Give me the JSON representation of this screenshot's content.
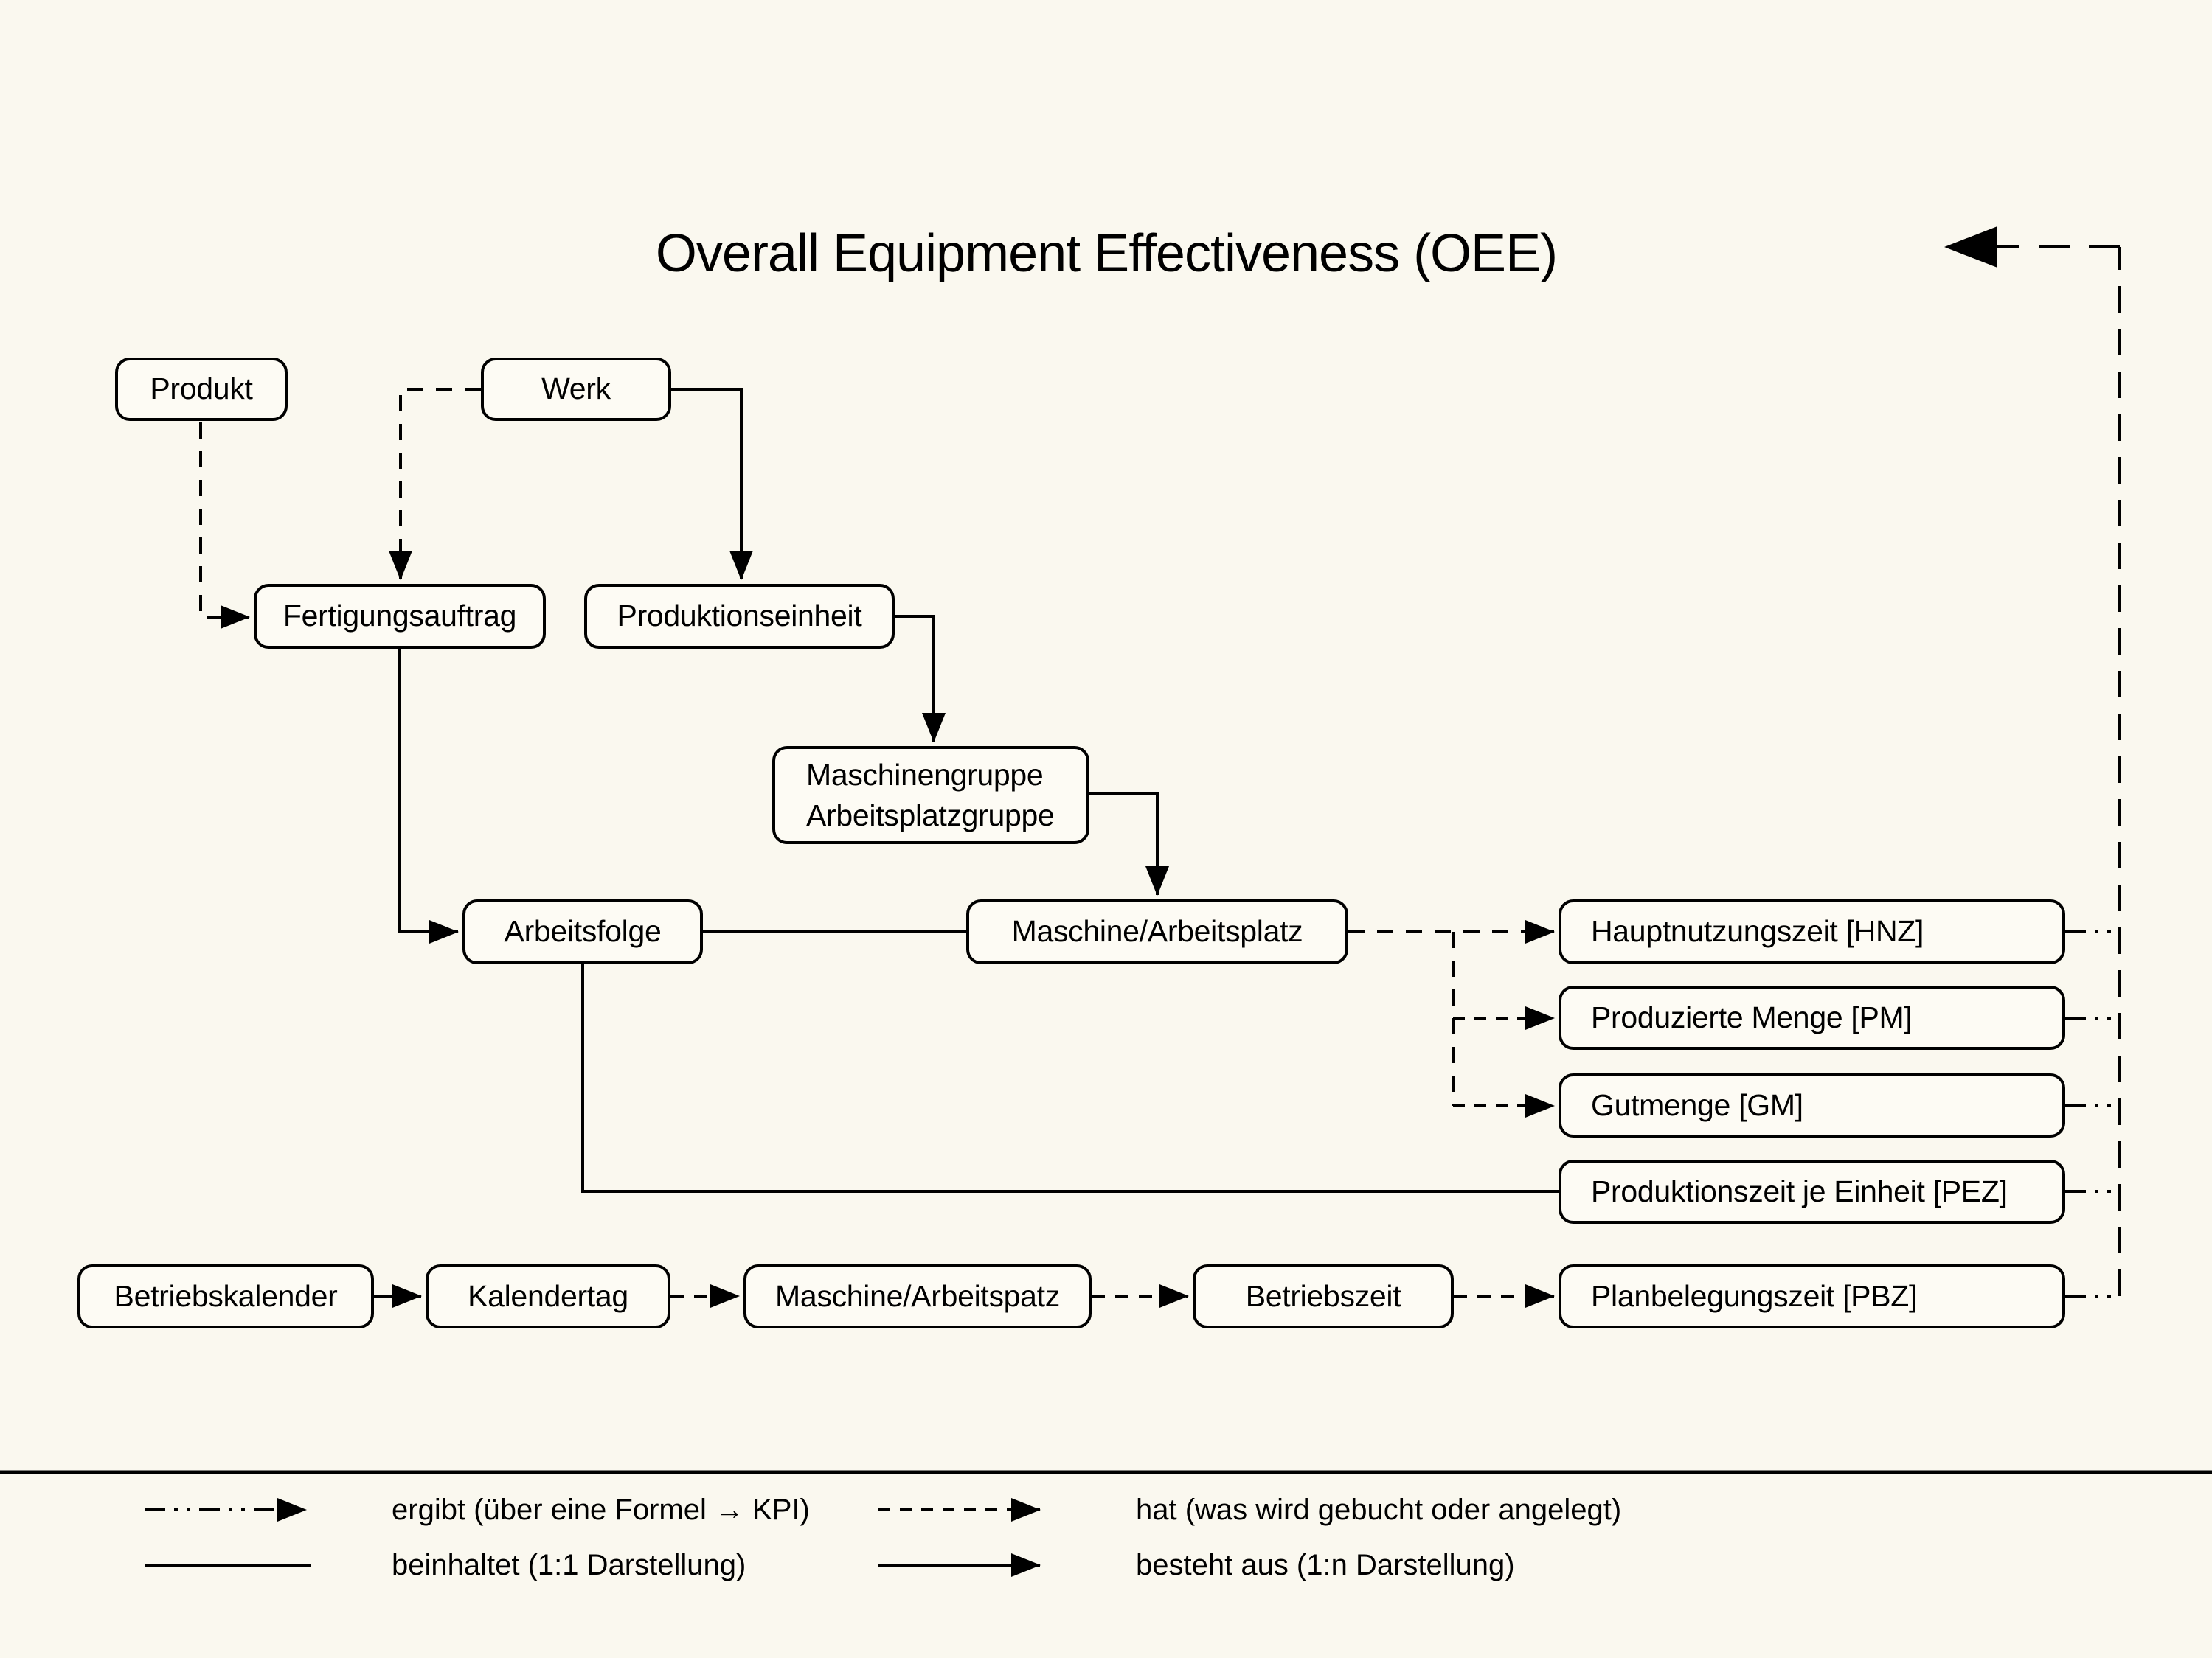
{
  "title": "Overall Equipment Effectiveness (OEE)",
  "nodes": {
    "produkt": {
      "label": "Produkt"
    },
    "werk": {
      "label": "Werk"
    },
    "fertigungsauftrag": {
      "label": "Fertigungsauftrag"
    },
    "produktionseinheit": {
      "label": "Produktionseinheit"
    },
    "maschinengruppe": {
      "label": "Maschinengruppe",
      "label2": "Arbeitsplatzgruppe"
    },
    "arbeitsfolge": {
      "label": "Arbeitsfolge"
    },
    "maschine_arbeitsplatz": {
      "label": "Maschine/Arbeitsplatz"
    },
    "hauptnutzungszeit": {
      "label": "Hauptnutzungszeit [HNZ]"
    },
    "produzierte_menge": {
      "label": "Produzierte Menge [PM]"
    },
    "gutmenge": {
      "label": "Gutmenge [GM]"
    },
    "produktionszeit": {
      "label": "Produktionszeit je Einheit [PEZ]"
    },
    "betriebskalender": {
      "label": "Betriebskalender"
    },
    "kalendertag": {
      "label": "Kalendertag"
    },
    "maschine_arbeitspatz": {
      "label": "Maschine/Arbeitspatz"
    },
    "betriebszeit": {
      "label": "Betriebszeit"
    },
    "planbelegungszeit": {
      "label": "Planbelegungszeit [PBZ]"
    }
  },
  "legend": {
    "ergibt": "ergibt (über eine Formel → KPI)",
    "hat": "hat (was wird gebucht oder angelegt)",
    "beinhaltet": "beinhaltet (1:1 Darstellung)",
    "besteht": "besteht aus (1:n Darstellung)"
  },
  "edges": [
    {
      "from": "produkt",
      "to": "fertigungsauftrag",
      "type": "hat"
    },
    {
      "from": "werk",
      "to": "fertigungsauftrag",
      "type": "hat"
    },
    {
      "from": "werk",
      "to": "produktionseinheit",
      "type": "besteht_aus"
    },
    {
      "from": "produktionseinheit",
      "to": "maschinengruppe",
      "type": "besteht_aus"
    },
    {
      "from": "maschinengruppe",
      "to": "maschine_arbeitsplatz",
      "type": "besteht_aus"
    },
    {
      "from": "fertigungsauftrag",
      "to": "arbeitsfolge",
      "type": "besteht_aus"
    },
    {
      "from": "arbeitsfolge",
      "to": "maschine_arbeitsplatz",
      "type": "beinhaltet"
    },
    {
      "from": "maschine_arbeitsplatz",
      "to": "hauptnutzungszeit",
      "type": "hat"
    },
    {
      "from": "maschine_arbeitsplatz",
      "to": "produzierte_menge",
      "type": "hat"
    },
    {
      "from": "maschine_arbeitsplatz",
      "to": "gutmenge",
      "type": "hat"
    },
    {
      "from": "arbeitsfolge",
      "to": "produktionszeit",
      "type": "beinhaltet"
    },
    {
      "from": "betriebskalender",
      "to": "kalendertag",
      "type": "besteht_aus"
    },
    {
      "from": "kalendertag",
      "to": "maschine_arbeitspatz",
      "type": "hat"
    },
    {
      "from": "maschine_arbeitspatz",
      "to": "betriebszeit",
      "type": "hat"
    },
    {
      "from": "betriebszeit",
      "to": "planbelegungszeit",
      "type": "hat"
    },
    {
      "from": "hauptnutzungszeit",
      "to": "oee",
      "type": "ergibt"
    },
    {
      "from": "produzierte_menge",
      "to": "oee",
      "type": "ergibt"
    },
    {
      "from": "gutmenge",
      "to": "oee",
      "type": "ergibt"
    },
    {
      "from": "produktionszeit",
      "to": "oee",
      "type": "ergibt"
    },
    {
      "from": "planbelegungszeit",
      "to": "oee",
      "type": "ergibt"
    }
  ],
  "colors": {
    "background": "#FAF8EF",
    "box_fill": "#FDFBF4",
    "line": "#000000"
  }
}
